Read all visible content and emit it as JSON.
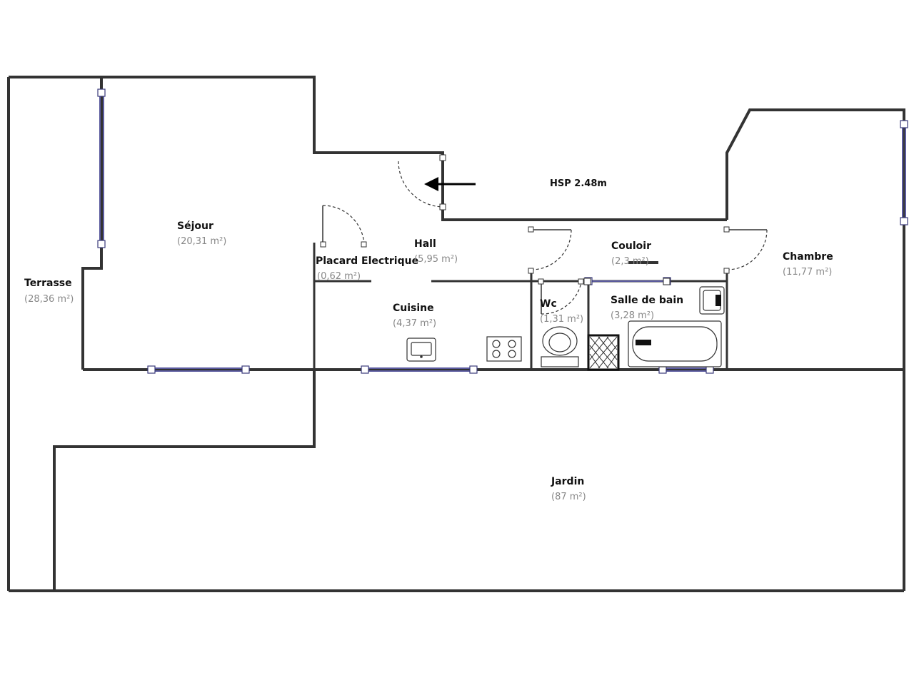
{
  "plan": {
    "ceiling_height": "HSP 2.48m",
    "rooms": [
      {
        "name": "Séjour",
        "area": "(20,31 m²)"
      },
      {
        "name": "Terrasse",
        "area": "(28,36 m²)"
      },
      {
        "name": "Placard Electrique",
        "area": "(0,62 m²)"
      },
      {
        "name": "Hall",
        "area": "(5,95 m²)"
      },
      {
        "name": "Cuisine",
        "area": "(4,37 m²)"
      },
      {
        "name": "Couloir",
        "area": "(2,3 m²)"
      },
      {
        "name": "Wc",
        "area": "(1,31 m²)"
      },
      {
        "name": "Salle de bain",
        "area": "(3,28 m²)"
      },
      {
        "name": "Chambre",
        "area": "(11,77 m²)"
      },
      {
        "name": "Jardin",
        "area": "(87 m²)"
      }
    ],
    "colors": {
      "wall": "#333333",
      "window": "#5a5a9e",
      "area_text": "#888888"
    }
  }
}
